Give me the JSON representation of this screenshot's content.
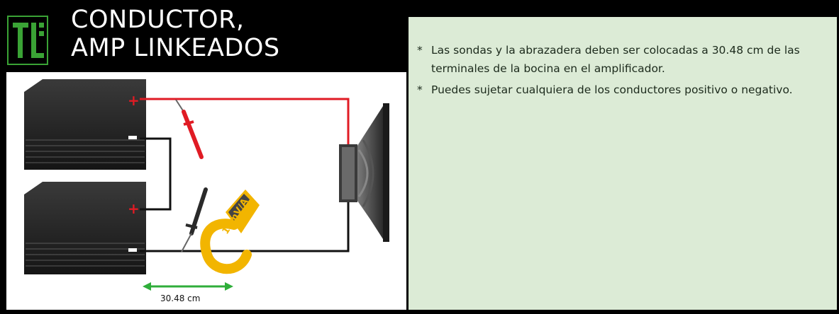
{
  "title": {
    "line1": "CONDUCTOR,",
    "line2": "AMP LINKEADOS"
  },
  "logo": {
    "icon": "tl-logo-icon",
    "text": "TL"
  },
  "notes": [
    {
      "bullet": "*",
      "text": "Las sondas y la abrazadera deben ser colocadas a 30.48 cm de las terminales de la bocina en el amplificador."
    },
    {
      "bullet": "*",
      "text": "Puedes sujetar cualquiera de los conductores positivo o negativo."
    }
  ],
  "diagram": {
    "distance_label": "30.48 cm",
    "clamp_label": "10mV/A",
    "plus_symbol": "+",
    "minus_symbol": "−"
  },
  "colors": {
    "header_bg": "#000000",
    "notes_bg": "#dcebd6",
    "positive_wire": "#e01b24",
    "negative_wire": "#111111",
    "clamp": "#f2b500",
    "measure_arrow": "#2fae3a",
    "logo_green": "#3aa335"
  }
}
